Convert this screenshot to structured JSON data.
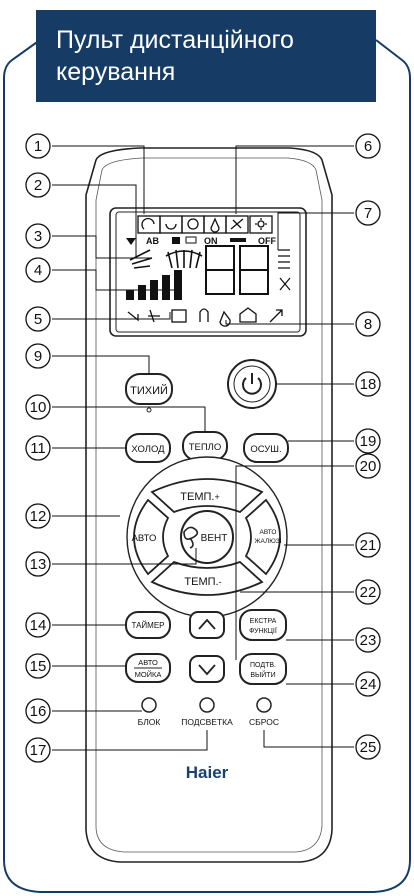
{
  "title": {
    "line1": "Пульт дистанційного",
    "line2": "керування"
  },
  "lcd": {
    "icon_ab": "AB",
    "icon_on": "ON",
    "icon_off": "OFF"
  },
  "buttons": {
    "quiet": "ТИХИЙ",
    "cool": "ХОЛОД",
    "heat": "ТЕПЛО",
    "dry": "ОСУШ.",
    "temp_up": "ТЕМП.",
    "temp_up_sign": "+",
    "temp_down": "ТЕМП.",
    "temp_down_sign": "-",
    "auto": "АВТО",
    "fan": "ВЕНТ",
    "auto_louver_1": "АВТО",
    "auto_louver_2": "ЖАЛЮЗІ",
    "timer": "ТАЙМЕР",
    "extra_1": "ЕКСТРА",
    "extra_2": "ФУНКЦІЇ",
    "auto_clean_1": "АВТО",
    "auto_clean_2": "МОЙКА",
    "confirm_1": "ПОДТВ.",
    "confirm_2": "ВЫЙТИ"
  },
  "leds": {
    "lock": "БЛОК",
    "backlight": "ПОДСВЕТКА",
    "reset": "СБРОС"
  },
  "brand": "Haier",
  "callouts": [
    "1",
    "2",
    "3",
    "4",
    "5",
    "6",
    "7",
    "8",
    "9",
    "10",
    "11",
    "12",
    "13",
    "14",
    "15",
    "16",
    "17",
    "18",
    "19",
    "20",
    "21",
    "22",
    "23",
    "24",
    "25"
  ],
  "colors": {
    "title_bg": "#163c66",
    "brand": "#1a3f73",
    "outline": "#163c66"
  }
}
